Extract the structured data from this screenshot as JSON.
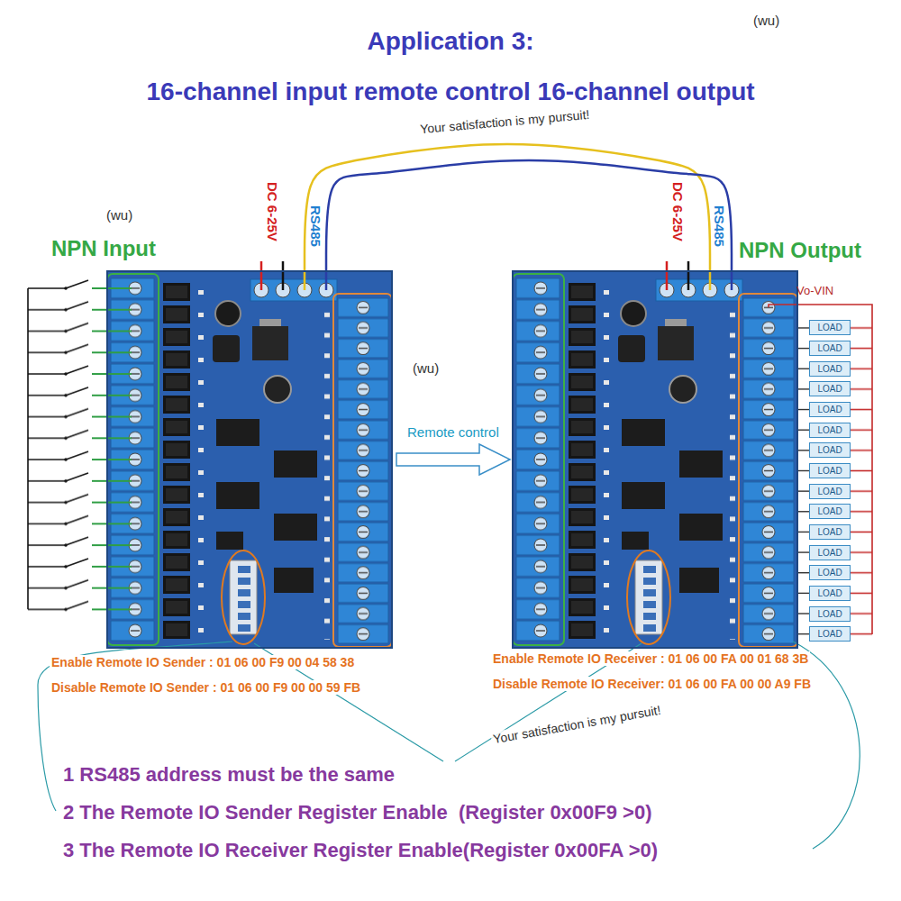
{
  "diagram": {
    "title": "Application 3:",
    "nodes": [
      {
        "text": [
          "NPN Input"
        ]
      },
      {
        "text": [
          "NPN Output"
        ]
      },
      {
        "text": [
          "LOAD"
        ]
      },
      {
        "text": [
          "LOAD"
        ]
      },
      {
        "text": [
          "LOAD"
        ]
      },
      {
        "text": [
          "LOAD"
        ]
      },
      {
        "text": [
          "LOAD"
        ]
      },
      {
        "text": [
          "LOAD"
        ]
      },
      {
        "text": [
          "LOAD"
        ]
      },
      {
        "text": [
          "LOAD"
        ]
      },
      {
        "text": [
          "LOAD"
        ]
      },
      {
        "text": [
          "LOAD"
        ]
      },
      {
        "text": [
          "LOAD"
        ]
      },
      {
        "text": [
          "LOAD"
        ]
      },
      {
        "text": [
          "LOAD"
        ]
      },
      {
        "text": [
          "LOAD"
        ]
      },
      {
        "text": [
          "LOAD"
        ]
      },
      {
        "text": [
          "LOAD"
        ]
      }
    ],
    "edges": [
      {
        "from": 0,
        "to": 1,
        "arrow": "to",
        "label": "Remote control"
      },
      {
        "from": 0,
        "to": 1,
        "arrow": "none"
      },
      {
        "from": 0,
        "to": 1,
        "arrow": "none"
      },
      {
        "from": 1,
        "to": 2,
        "arrow": "none"
      },
      {
        "from": 1,
        "to": 3,
        "arrow": "none"
      },
      {
        "from": 1,
        "to": 4,
        "arrow": "none"
      },
      {
        "from": 1,
        "to": 5,
        "arrow": "none"
      },
      {
        "from": 1,
        "to": 6,
        "arrow": "none"
      },
      {
        "from": 1,
        "to": 7,
        "arrow": "none"
      },
      {
        "from": 1,
        "to": 8,
        "arrow": "none"
      },
      {
        "from": 1,
        "to": 9,
        "arrow": "none"
      },
      {
        "from": 1,
        "to": 10,
        "arrow": "none"
      },
      {
        "from": 1,
        "to": 11,
        "arrow": "none"
      },
      {
        "from": 1,
        "to": 12,
        "arrow": "none"
      },
      {
        "from": 1,
        "to": 13,
        "arrow": "none"
      },
      {
        "from": 1,
        "to": 14,
        "arrow": "none"
      },
      {
        "from": 1,
        "to": 15,
        "arrow": "none"
      },
      {
        "from": 1,
        "to": 16,
        "arrow": "none"
      },
      {
        "from": 1,
        "to": 17,
        "arrow": "none"
      }
    ],
    "labels": [
      "16-channel input remote control 16-channel output",
      "DC 6-25V",
      "RS485",
      "DC 6-25V",
      "RS485",
      "Vo-VIN",
      "Enable Remote IO Sender : 01 06 00 F9 00 04 58 38",
      "Disable Remote IO Sender : 01 06 00 F9 00 00 59 FB",
      "Enable Remote IO Receiver : 01 06 00 FA 00 01 68 3B",
      "Disable Remote IO Receiver: 01 06 00 FA 00 00 A9 FB",
      "1 RS485 address must be the same",
      "2 The Remote IO Sender Register Enable  (Register 0x00F9 >0)",
      "3 The Remote IO Receiver Register Enable(Register 0x00FA >0)",
      "Your satisfaction is my pursuit!",
      "Your satisfaction is my pursuit!",
      "(wu)",
      "(wu)",
      "(wu)"
    ]
  }
}
